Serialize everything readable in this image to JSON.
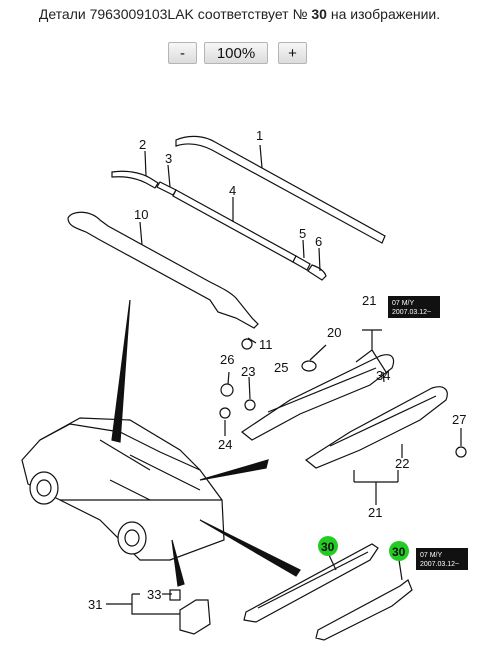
{
  "caption": {
    "prefix": "Детали 7963009103LAK соответствует №",
    "part_number": "30",
    "suffix": "на изображении."
  },
  "zoom": {
    "minus_label": "-",
    "level": "100%",
    "plus_label": "+"
  },
  "diagram": {
    "callouts": {
      "c1": "1",
      "c2": "2",
      "c3": "3",
      "c4": "4",
      "c5": "5",
      "c6": "6",
      "c10": "10",
      "c11": "11",
      "c20": "20",
      "c21a": "21",
      "c21b": "21",
      "c22": "22",
      "c23": "23",
      "c24": "24",
      "c25": "25",
      "c26": "26",
      "c27": "27",
      "c30a": "30",
      "c30b": "30",
      "c31": "31",
      "c33": "33",
      "c34": "34"
    },
    "badge1": {
      "line1": "07 M/Y",
      "line2": "2007.03.12~"
    },
    "badge2": {
      "line1": "07 M/Y",
      "line2": "2007.03.12~"
    },
    "highlight_color": "#22cc22"
  }
}
